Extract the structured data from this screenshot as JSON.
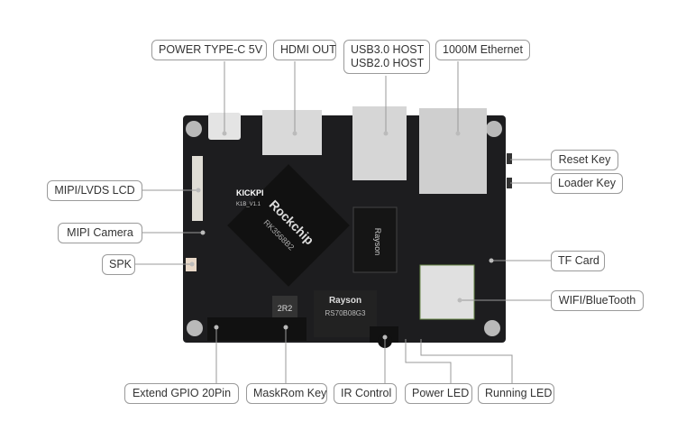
{
  "labels": {
    "power": "POWER TYPE-C 5V",
    "hdmi": "HDMI OUT",
    "usb3": "USB3.0 HOST",
    "usb2": "USB2.0 HOST",
    "ethernet": "1000M Ethernet",
    "reset": "Reset Key",
    "loader": "Loader Key",
    "lcd": "MIPI/LVDS LCD",
    "camera": "MIPI Camera",
    "spk": "SPK",
    "tf": "TF Card",
    "wifi": "WIFI/BlueTooth",
    "gpio": "Extend GPIO 20Pin",
    "maskrom": "MaskRom Key",
    "ir": "IR Control",
    "powerled": "Power LED",
    "runled": "Running LED"
  },
  "board": {
    "brand": "KICKPI",
    "version": "K1B_V1.1",
    "soc_brand": "Rockchip",
    "soc_model": "RK3568B2",
    "ram_brand": "Rayson",
    "emmc_brand": "Rayson",
    "emmc_model": "RS70B08G3",
    "inductor": "2R2"
  }
}
